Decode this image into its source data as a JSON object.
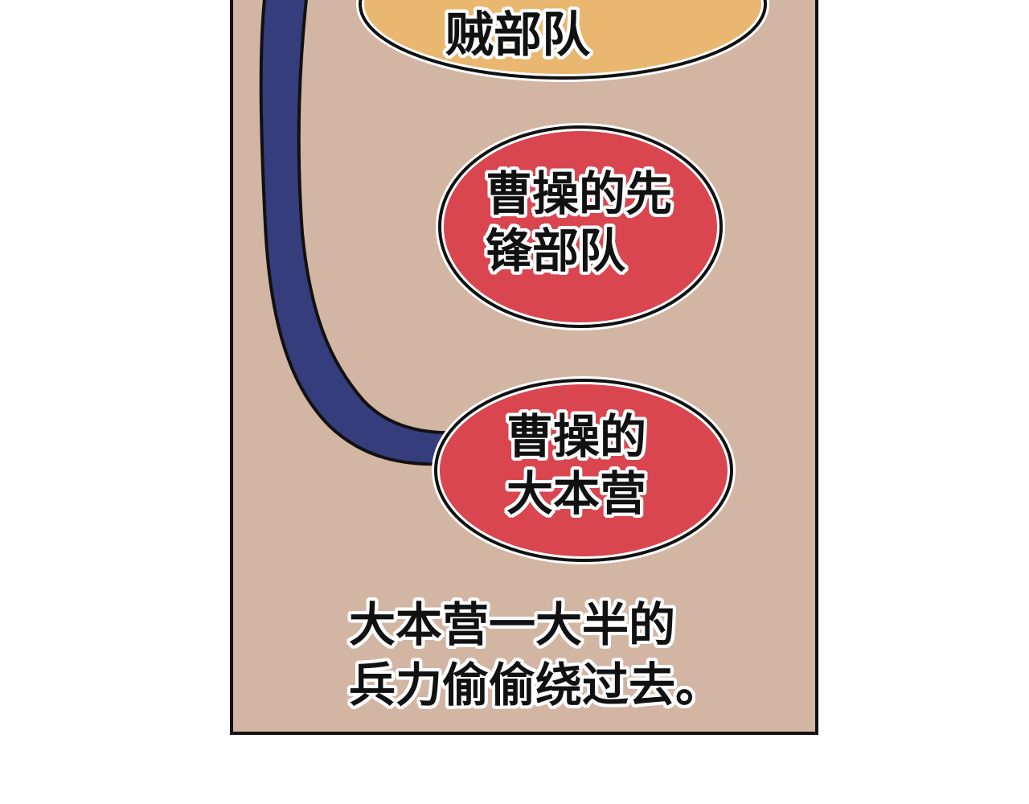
{
  "colors": {
    "panel_background": "#d3b5a3",
    "rebel_unit_fill": "#e9b76f",
    "cao_unit_fill": "#d9464f",
    "route_fill": "#353d7c",
    "outline": "#111111"
  },
  "nodes": {
    "rebel_unit": {
      "lines": [
        "贼部队"
      ]
    },
    "vanguard": {
      "lines": [
        "曹操的先",
        "锋部队"
      ]
    },
    "main_camp": {
      "lines": [
        "曹操的",
        "大本营"
      ]
    }
  },
  "caption": {
    "lines": [
      "大本营一大半的",
      "兵力偷偷绕过去。"
    ]
  }
}
